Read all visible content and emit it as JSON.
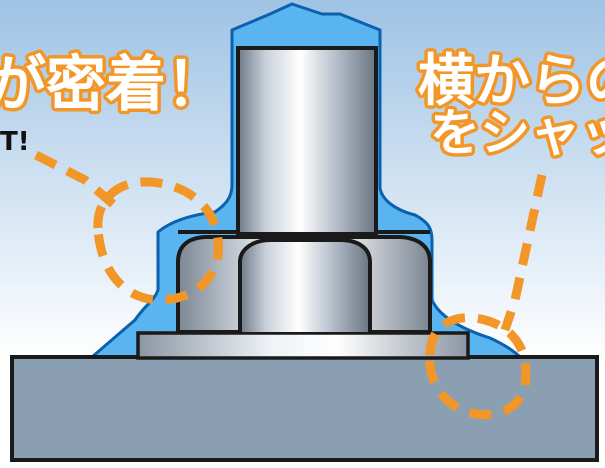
{
  "headline_left": "が密着！",
  "subtext_left": "T!",
  "headline_right_line1": "横からの",
  "headline_right_line2": "をシャッ",
  "colors": {
    "sky_top": "#9fc3e4",
    "sky_bottom": "#ffffff",
    "cap_fill": "#5ab4f0",
    "cap_stroke": "#0a61b0",
    "headline_fill": "#ffffff",
    "headline_stroke": "#f39628",
    "dash_orange": "#f39628",
    "base_fill": "#8a9fb2",
    "outline": "#1a1a1a"
  },
  "icons": [
    "bolt-shaft-icon",
    "hex-nut-icon",
    "washer-icon",
    "protective-cap-icon"
  ]
}
